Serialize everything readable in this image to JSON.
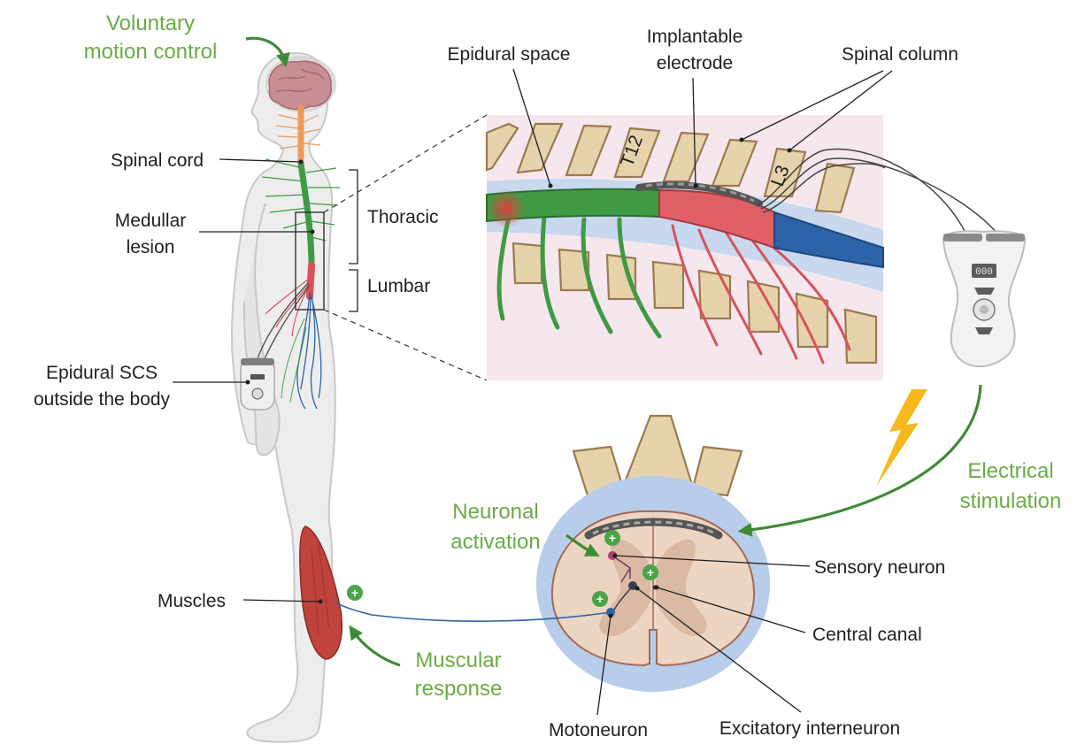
{
  "labels": {
    "voluntary_line1": "Voluntary",
    "voluntary_line2": "motion control",
    "spinal_cord": "Spinal cord",
    "medullar_line1": "Medullar",
    "medullar_line2": "lesion",
    "thoracic": "Thoracic",
    "lumbar": "Lumbar",
    "epidural_scs_line1": "Epidural SCS",
    "epidural_scs_line2": "outside the body",
    "muscles": "Muscles",
    "muscular_line1": "Muscular",
    "muscular_line2": "response",
    "epidural_space": "Epidural space",
    "implantable_line1": "Implantable",
    "implantable_line2": "electrode",
    "spinal_column": "Spinal column",
    "vertebra_t12": "T12",
    "vertebra_l3": "L3",
    "electrical_line1": "Electrical",
    "electrical_line2": "stimulation",
    "neuronal_line1": "Neuronal",
    "neuronal_line2": "activation",
    "sensory_neuron": "Sensory neuron",
    "central_canal": "Central canal",
    "excitatory_interneuron": "Excitatory interneuron",
    "motoneuron": "Motoneuron",
    "device_display": "000",
    "plus_sign": "+"
  },
  "colors": {
    "label_green": "#6aab45",
    "text": "#1f1f1f",
    "spinal_cord_green": "#3f9a44",
    "spinal_cord_red": "#d9525a",
    "spinal_cord_blue": "#2d63a8",
    "vertebra": "#e6d3ab",
    "csf_blue": "#a9c4e6",
    "bolt_yellow": "#f6b81c",
    "background_pink": "#f6e7ee"
  },
  "icons": [
    "brain-icon",
    "body-figure-icon",
    "stimulator-device-icon",
    "lightning-bolt-icon",
    "plus-marker-icon"
  ]
}
